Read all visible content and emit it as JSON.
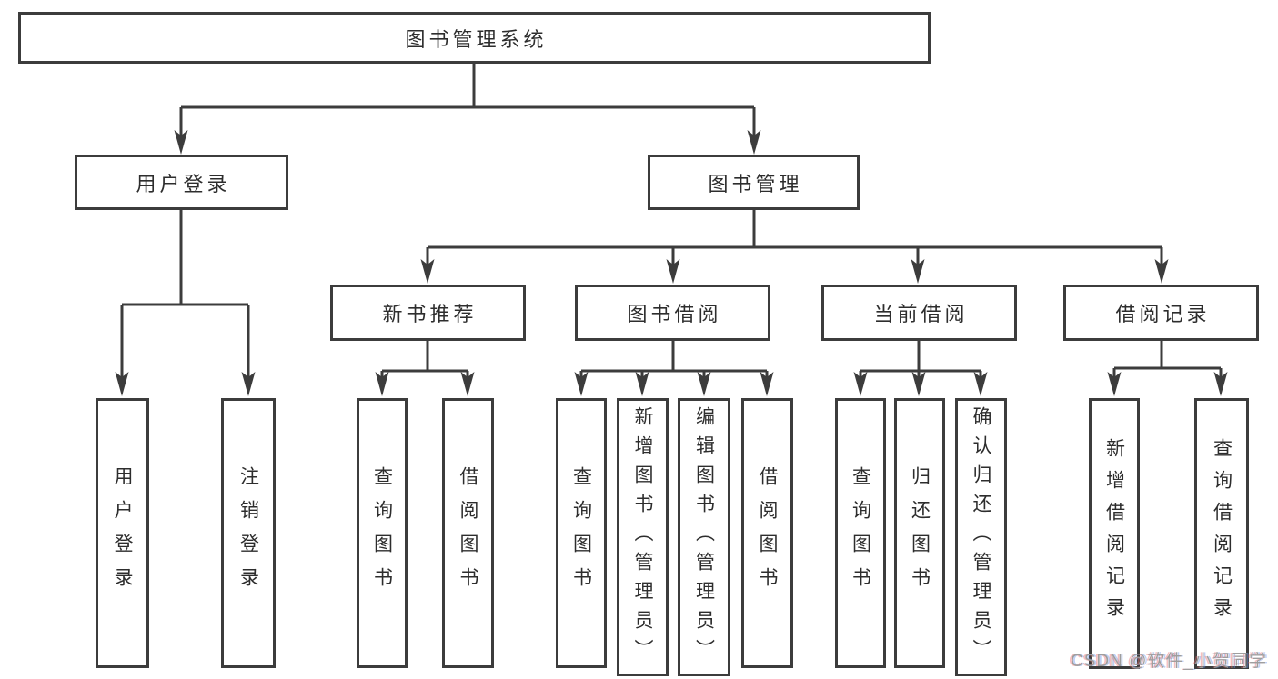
{
  "tree": {
    "label": "图书管理系统",
    "children": [
      {
        "label": "用户登录",
        "children": [
          {
            "label": "用户登录"
          },
          {
            "label": "注销登录"
          }
        ]
      },
      {
        "label": "图书管理",
        "children": [
          {
            "label": "新书推荐",
            "children": [
              {
                "label": "查询图书"
              },
              {
                "label": "借阅图书"
              }
            ]
          },
          {
            "label": "图书借阅",
            "children": [
              {
                "label": "查询图书"
              },
              {
                "label": "新增图书（管理员）"
              },
              {
                "label": "编辑图书（管理员）"
              },
              {
                "label": "借阅图书"
              }
            ]
          },
          {
            "label": "当前借阅",
            "children": [
              {
                "label": "查询图书"
              },
              {
                "label": "归还图书"
              },
              {
                "label": "确认归还（管理员）"
              }
            ]
          },
          {
            "label": "借阅记录",
            "children": [
              {
                "label": "新增借阅记录"
              },
              {
                "label": "查询借阅记录"
              }
            ]
          }
        ]
      }
    ]
  },
  "watermark": {
    "text": "CSDN @软件_小贺同学"
  },
  "colors": {
    "line": "#3c3c3c",
    "text": "#2d2d2d",
    "box_background": "#ffffff",
    "page_background": "#ffffff",
    "watermark": "#9e9e9e"
  }
}
